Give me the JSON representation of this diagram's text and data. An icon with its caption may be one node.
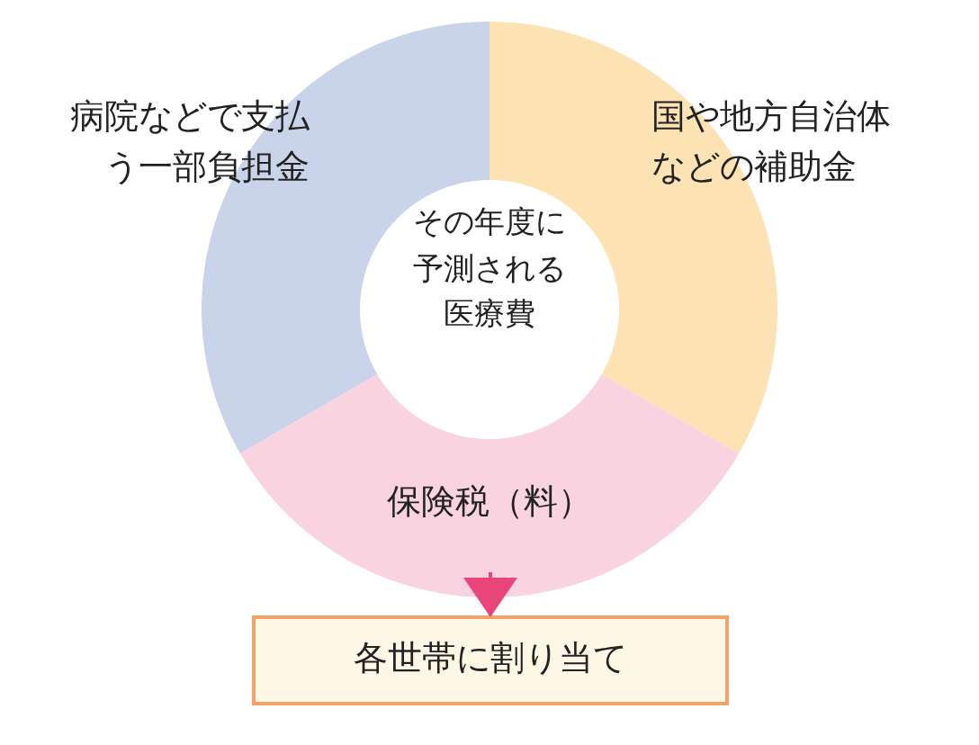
{
  "diagram": {
    "nodes": [
      {
        "text": [
          "病院などで支払う一部負担金"
        ]
      },
      {
        "text": [
          "国や地方自治体などの補助金"
        ]
      },
      {
        "text": [
          "保険税（料）"
        ]
      },
      {
        "text": [
          "その年度に予測される医療費"
        ]
      },
      {
        "text": [
          "各世帯に割り当て"
        ]
      }
    ],
    "edges": [
      {
        "from": 2,
        "to": 4,
        "arrow": "to"
      }
    ]
  }
}
